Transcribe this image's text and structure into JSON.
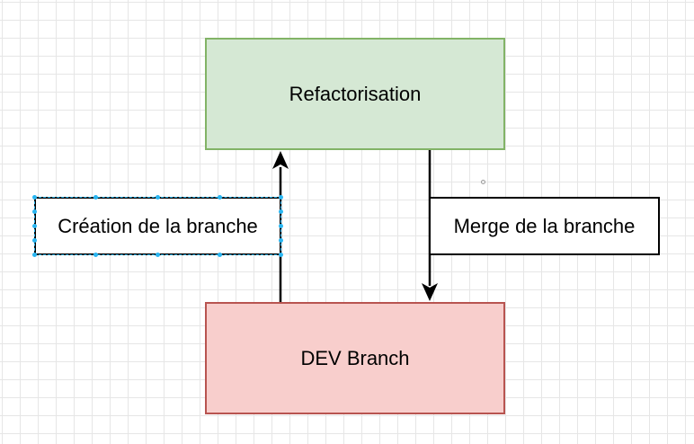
{
  "diagram": {
    "nodes": {
      "refactorisation": {
        "label": "Refactorisation",
        "fill": "#d5e8d4",
        "stroke": "#82b366"
      },
      "dev_branch": {
        "label": "DEV Branch",
        "fill": "#f8cecc",
        "stroke": "#b85450"
      }
    },
    "edge_labels": {
      "creation": "Création de la branche",
      "merge": "Merge de la branche"
    },
    "edges": [
      {
        "from": "dev_branch",
        "to": "refactorisation",
        "label": "creation"
      },
      {
        "from": "refactorisation",
        "to": "dev_branch",
        "label": "merge"
      }
    ],
    "selected": "creation"
  }
}
